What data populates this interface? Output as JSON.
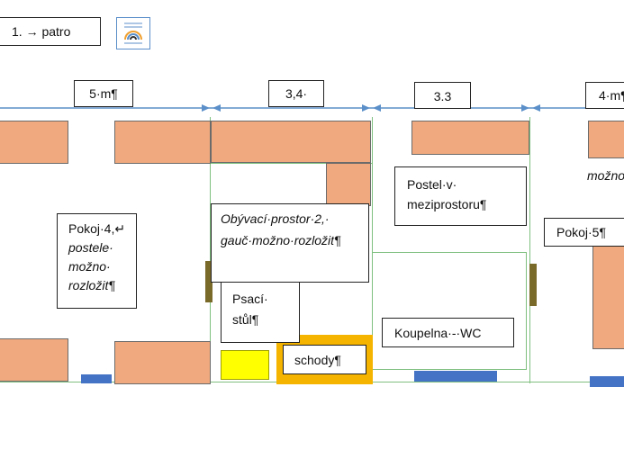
{
  "floor_button": {
    "label": "1. → patro"
  },
  "icon": {
    "name": "rainbow-icon"
  },
  "dimensions": [
    "5·m¶",
    "3,4·",
    "3.3",
    "4·m¶"
  ],
  "rooms": {
    "pokoj4": {
      "line1": "Pokoj·4,↵",
      "line2": "postele·",
      "line3": "možno·",
      "line4": "rozložit¶"
    },
    "obyvaci": {
      "line1": "Obývací·prostor·2,·",
      "line2": "gauč·možno·rozložit¶"
    },
    "postel": {
      "line1": "Postel·v·",
      "line2": "meziprostoru¶"
    },
    "pokoj5": {
      "label": "Pokoj·5¶"
    },
    "right_cut": {
      "text": "možno"
    },
    "psaci": {
      "line1": "Psací·",
      "line2": "stůl¶"
    },
    "schody": {
      "label": "schody¶"
    },
    "koupelna": {
      "label": "Koupelna·-·WC"
    }
  },
  "colors": {
    "wall": "#7fbf7f",
    "furniture": "#f0a97e",
    "window": "#4472c4",
    "arrow": "#5b8fc9",
    "stairs": "#f5b400",
    "desk": "#ffff00"
  }
}
